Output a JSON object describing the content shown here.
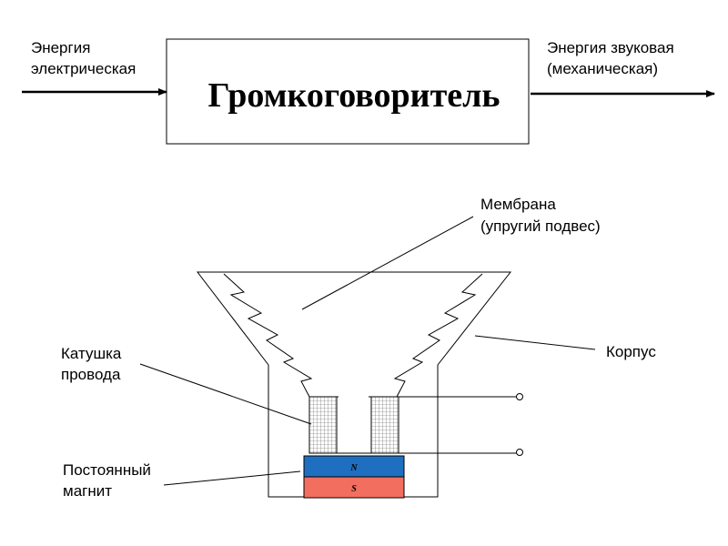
{
  "block": {
    "title": "Громкоговоритель",
    "input_label": [
      "Энергия",
      "электрическая"
    ],
    "output_label": [
      "Энергия звуковая",
      "(механическая)"
    ]
  },
  "labels": {
    "membrane": [
      "Мембрана",
      "(упругий подвес)"
    ],
    "coil": [
      "Катушка",
      "провода"
    ],
    "body": [
      "Корпус"
    ],
    "magnet": [
      "Постоянный",
      "магнит"
    ]
  },
  "magnet_poles": {
    "north": "N",
    "south": "S"
  },
  "colors": {
    "north_pole": "#1f6fc0",
    "south_pole": "#f26e5f",
    "lines": "#000000"
  }
}
